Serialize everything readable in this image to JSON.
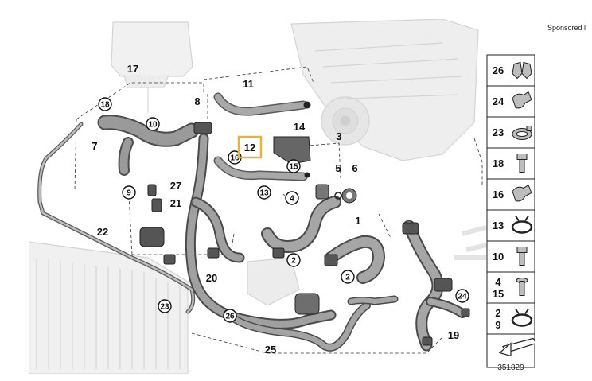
{
  "sponsored_text": "Sponsored l",
  "diagram_number": "351829",
  "highlighted_callout": "12",
  "colors": {
    "highlight": "#e7b43a",
    "hose": "#8e8e8e",
    "ghost": "#d6d6d6",
    "ink": "#111111"
  },
  "callouts_plain": [
    "17",
    "11",
    "8",
    "14",
    "3",
    "5",
    "6",
    "1",
    "7",
    "27",
    "21",
    "22",
    "20",
    "25",
    "19",
    "12"
  ],
  "callouts_circled": [
    "18",
    "10",
    "16",
    "15",
    "13",
    "4",
    "9",
    "2",
    "2",
    "23",
    "26",
    "24"
  ],
  "legend": [
    {
      "label": "26",
      "icon": "double-clip-icon"
    },
    {
      "label": "24",
      "icon": "hose-clip-icon"
    },
    {
      "label": "23",
      "icon": "band-clamp-icon"
    },
    {
      "label": "18",
      "icon": "bolt-icon"
    },
    {
      "label": "16",
      "icon": "hose-clip-icon"
    },
    {
      "label": "13",
      "icon": "wire-clamp-icon"
    },
    {
      "label": "10",
      "icon": "bolt-icon"
    },
    {
      "label": "4\n15",
      "icon": "screw-icon"
    },
    {
      "label": "2\n9",
      "icon": "wire-clamp-icon"
    },
    {
      "label": "",
      "icon": "arrow-icon"
    }
  ]
}
